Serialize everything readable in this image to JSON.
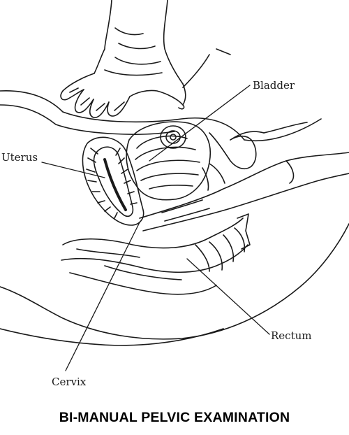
{
  "title": "BI-MANUAL PELVIC EXAMINATION",
  "labels": {
    "bladder": "Bladder",
    "uterus": "Uterus",
    "rectum": "Rectum",
    "cervix": "Cervix"
  },
  "colors": {
    "ink": "#1a1a1a",
    "background": "#ffffff"
  }
}
